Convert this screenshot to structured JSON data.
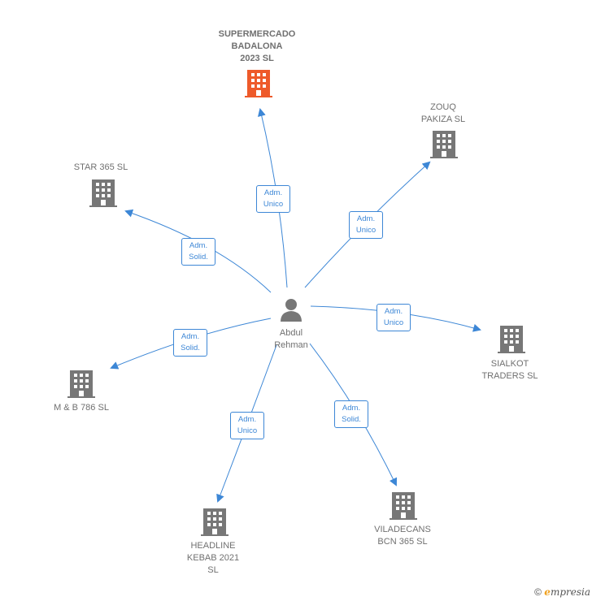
{
  "center": {
    "label": "Abdul\nRehman"
  },
  "colors": {
    "edge": "#3d87d6",
    "node": "#777777",
    "highlight": "#ee5a2a",
    "text": "#707070"
  },
  "nodes": [
    {
      "id": "supermercado",
      "label": "SUPERMERCADO\nBADALONA\n2023  SL",
      "highlight": true,
      "role": "Adm.\nUnico"
    },
    {
      "id": "zouq",
      "label": "ZOUQ\nPAKIZA  SL",
      "highlight": false,
      "role": "Adm.\nUnico"
    },
    {
      "id": "star365",
      "label": "STAR 365  SL",
      "highlight": false,
      "role": "Adm.\nSolid."
    },
    {
      "id": "sialkot",
      "label": "SIALKOT\nTRADERS  SL",
      "highlight": false,
      "role": "Adm.\nUnico"
    },
    {
      "id": "mb786",
      "label": "M & B 786  SL",
      "highlight": false,
      "role": "Adm.\nSolid."
    },
    {
      "id": "headline",
      "label": "HEADLINE\nKEBAB 2021\nSL",
      "highlight": false,
      "role": "Adm.\nUnico"
    },
    {
      "id": "viladecans",
      "label": "VILADECANS\nBCN 365  SL",
      "highlight": false,
      "role": "Adm.\nSolid."
    }
  ],
  "footer": {
    "copyright": "©",
    "brand_initial": "e",
    "brand_rest": "mpresia"
  }
}
